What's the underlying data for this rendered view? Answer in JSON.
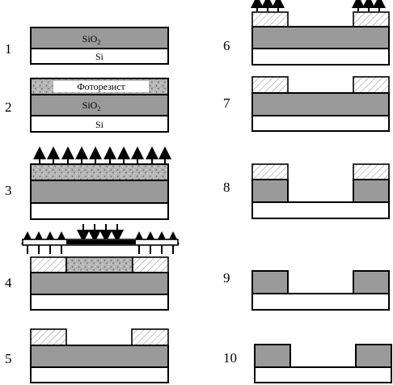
{
  "labels": {
    "sio2_base": "SiO",
    "sio2_sub": "2",
    "si": "Si",
    "photoresist": "Фоторезист"
  },
  "steps": [
    {
      "number": "1"
    },
    {
      "number": "2"
    },
    {
      "number": "3"
    },
    {
      "number": "4"
    },
    {
      "number": "5"
    },
    {
      "number": "6"
    },
    {
      "number": "7"
    },
    {
      "number": "8"
    },
    {
      "number": "9"
    },
    {
      "number": "10"
    }
  ],
  "colors": {
    "oxide": "#9a9a9a",
    "substrate": "#ffffff",
    "outline": "#000000",
    "resist_speckle": "#b4b4b4"
  }
}
